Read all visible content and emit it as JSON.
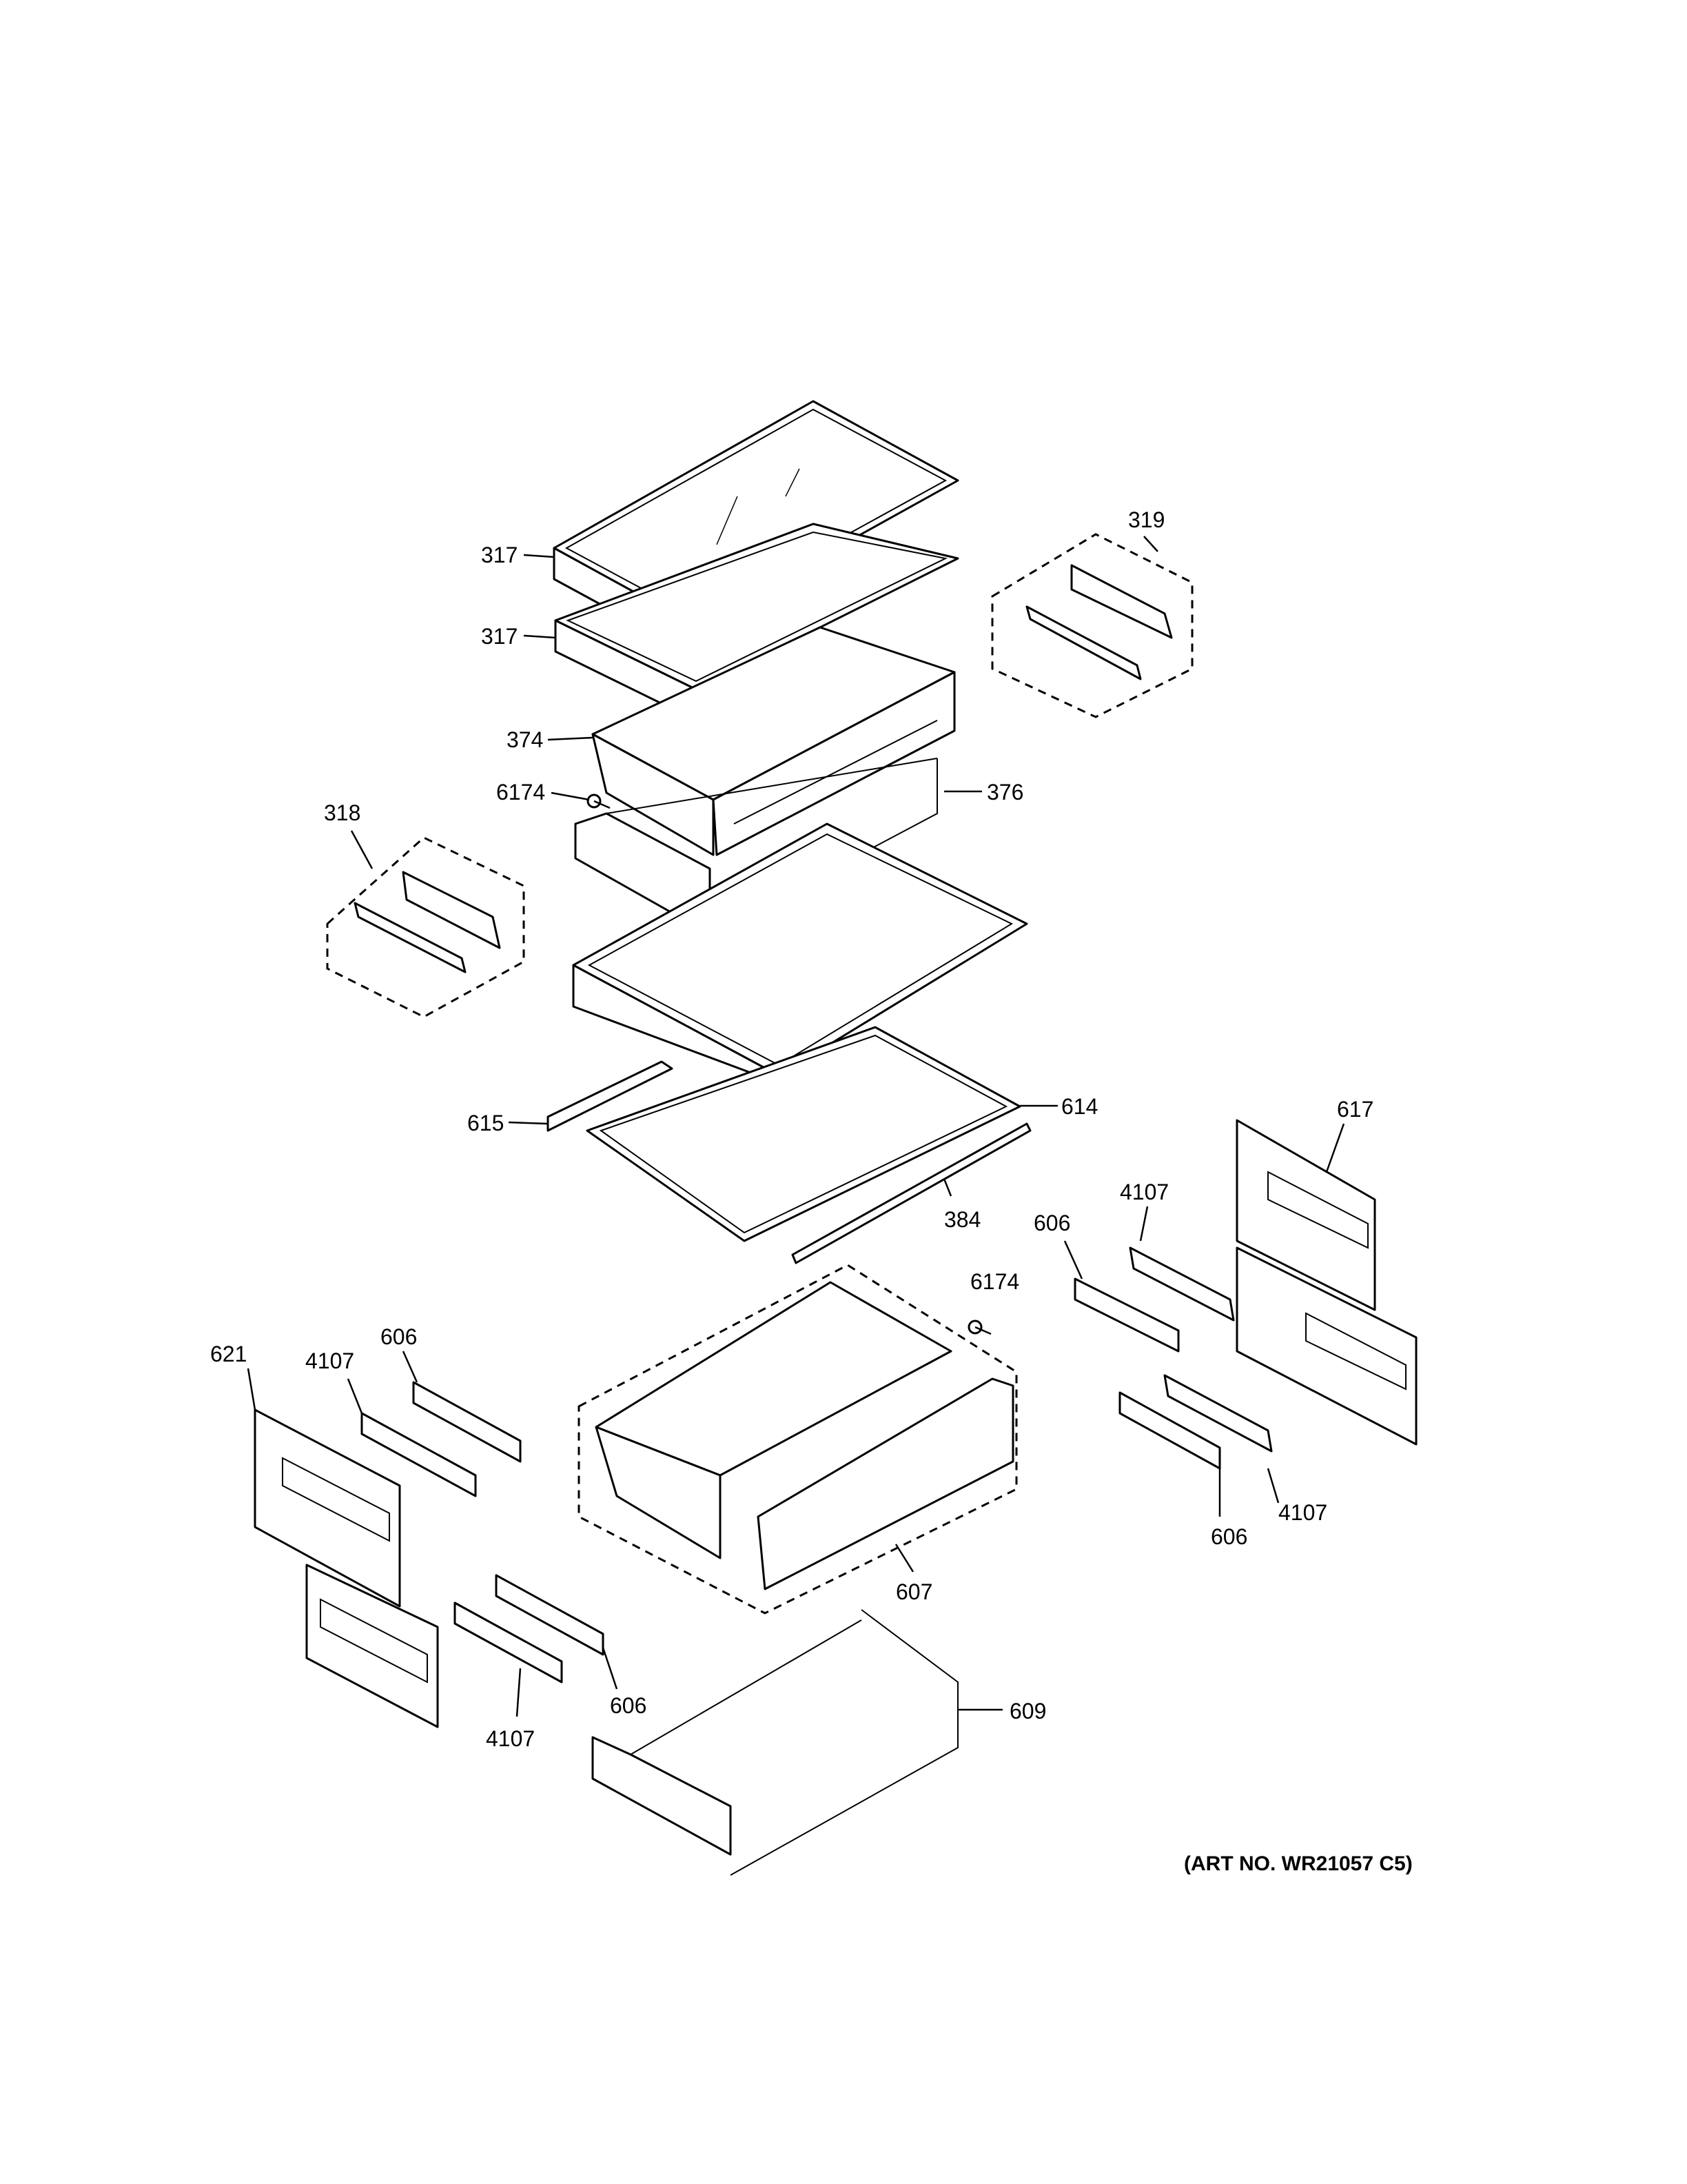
{
  "labels": {
    "l317a": "317",
    "l317b": "317",
    "l319": "319",
    "l374": "374",
    "l6174a": "6174",
    "l376": "376",
    "l318": "318",
    "l615": "615",
    "l614": "614",
    "l617": "617",
    "l384": "384",
    "l4107a": "4107",
    "l606a": "606",
    "l6174b": "6174",
    "l621": "621",
    "l4107b": "4107",
    "l606b": "606",
    "l607": "607",
    "l4107c": "4107",
    "l606c": "606",
    "l606d": "606",
    "l609": "609",
    "l4107d": "4107"
  },
  "art_number": "(ART NO. WR21057 C5)"
}
